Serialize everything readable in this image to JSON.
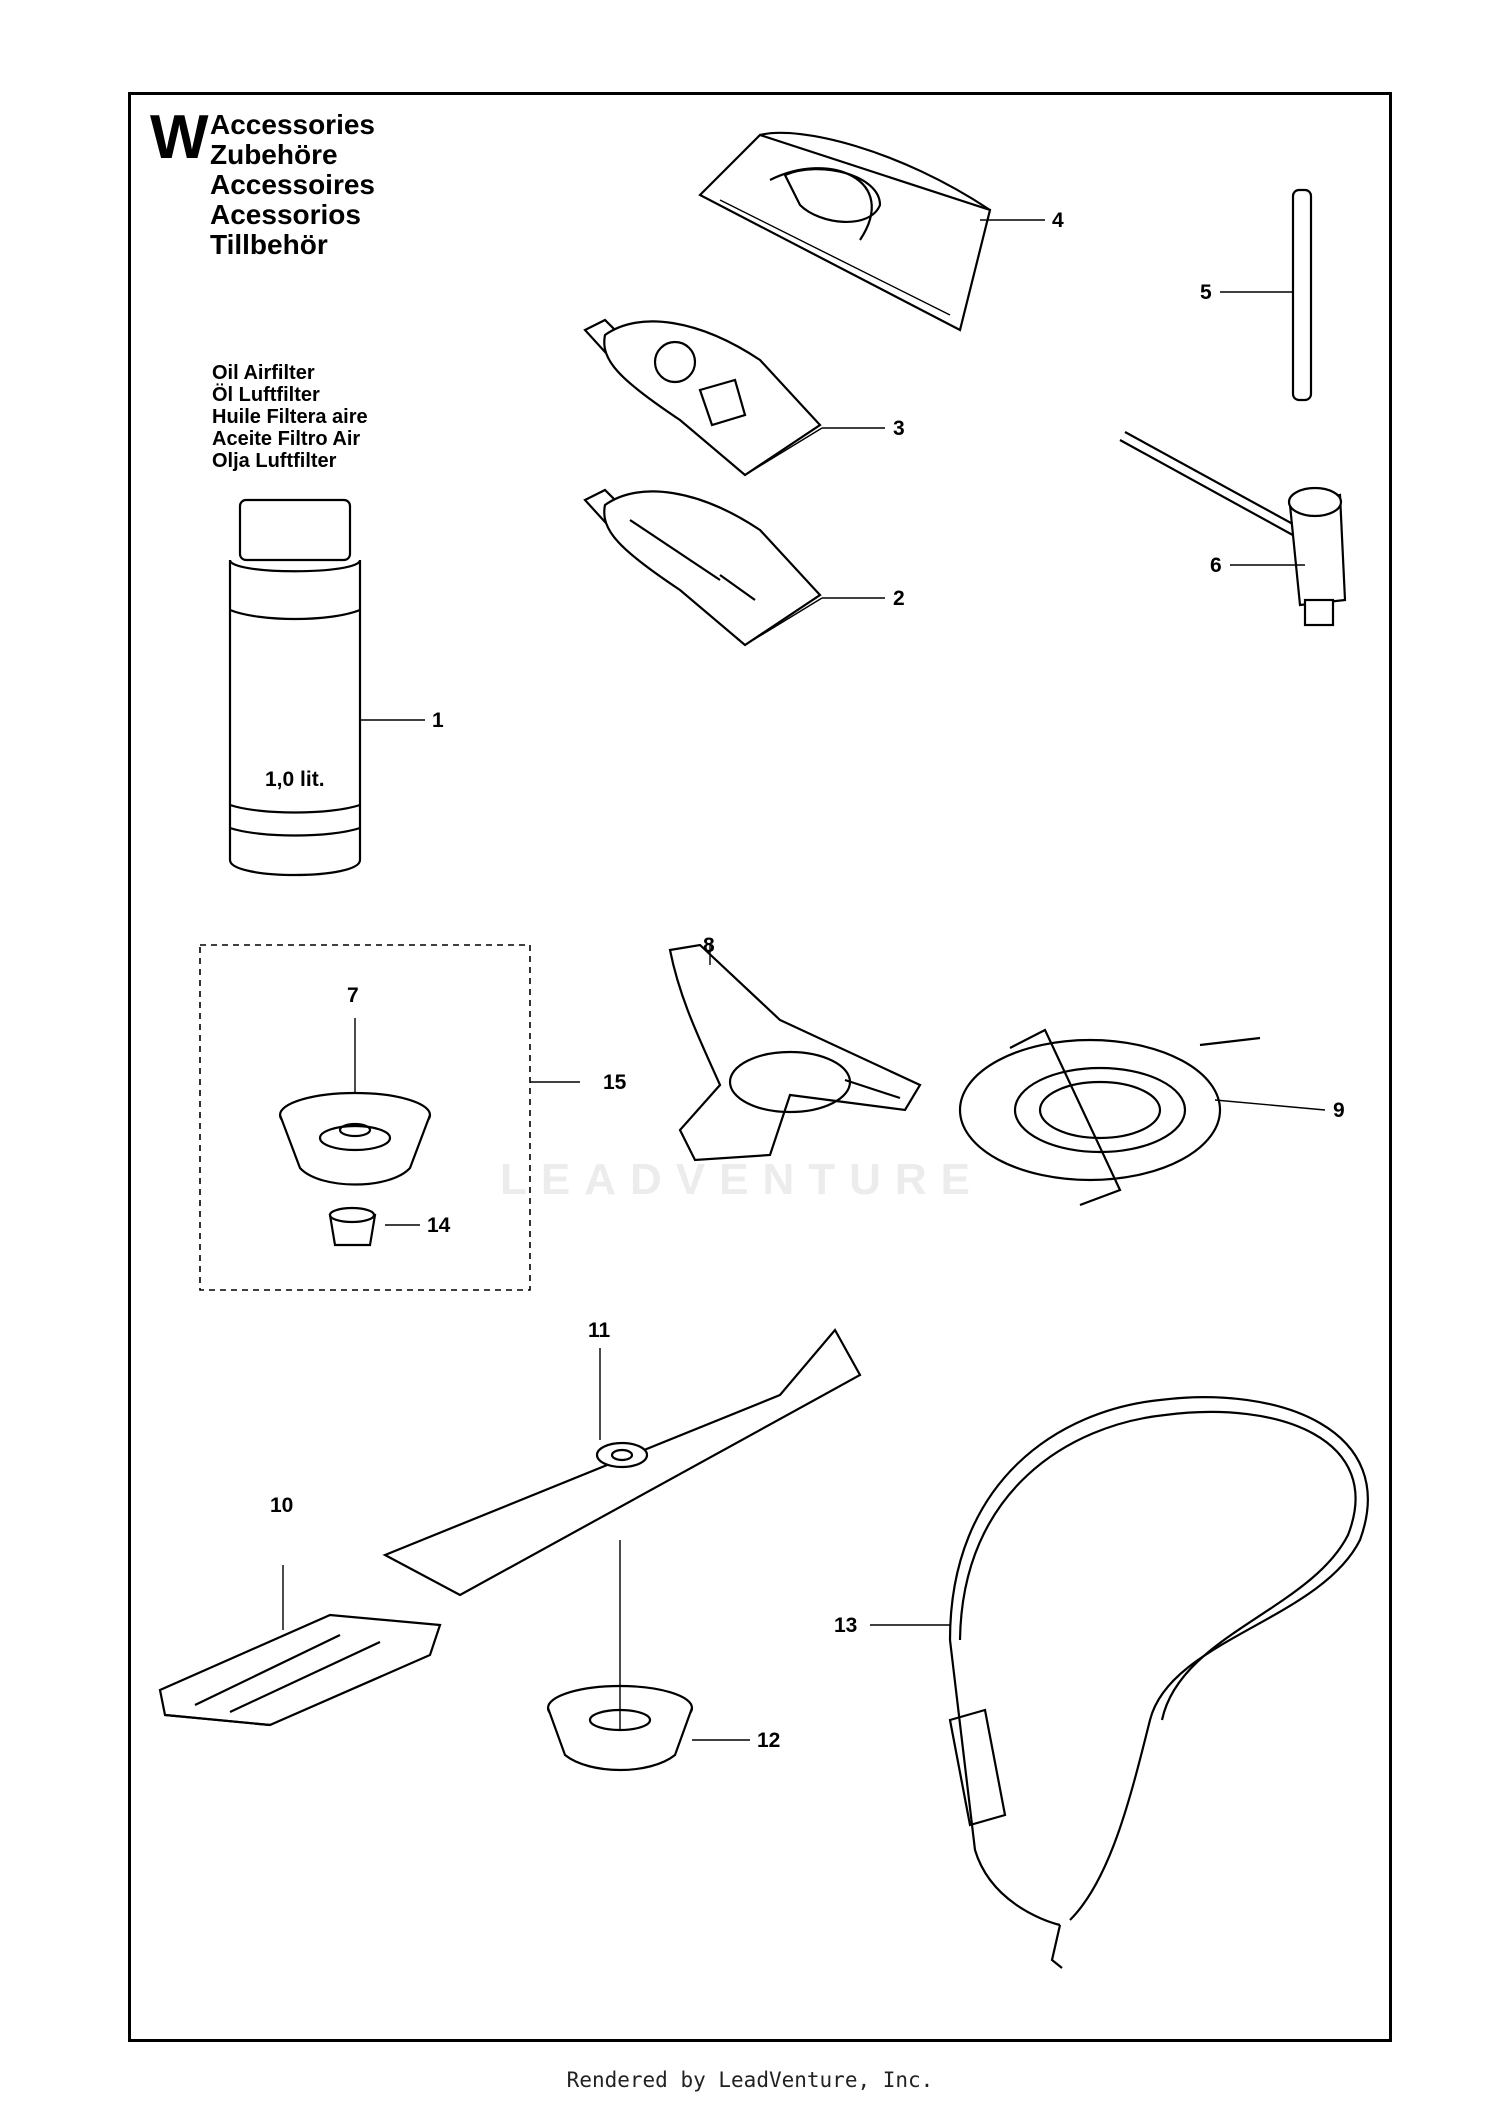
{
  "header": {
    "letter": "W",
    "lines": [
      "Accessories",
      "Zubehöre",
      "Accessoires",
      "Acessorios",
      "Tillbehör"
    ]
  },
  "oil_label": {
    "lines": [
      "Oil Airfilter",
      "Öl Luftfilter",
      "Huile Filtera aire",
      "Aceite Filtro Air",
      "Olja Luftfilter"
    ]
  },
  "bottle_text": "1,0 lit.",
  "callouts": [
    "1",
    "2",
    "3",
    "4",
    "5",
    "6",
    "7",
    "8",
    "9",
    "10",
    "11",
    "12",
    "13",
    "14",
    "15"
  ],
  "watermark": "LEADVENTURE",
  "footer": "Rendered by LeadVenture, Inc."
}
